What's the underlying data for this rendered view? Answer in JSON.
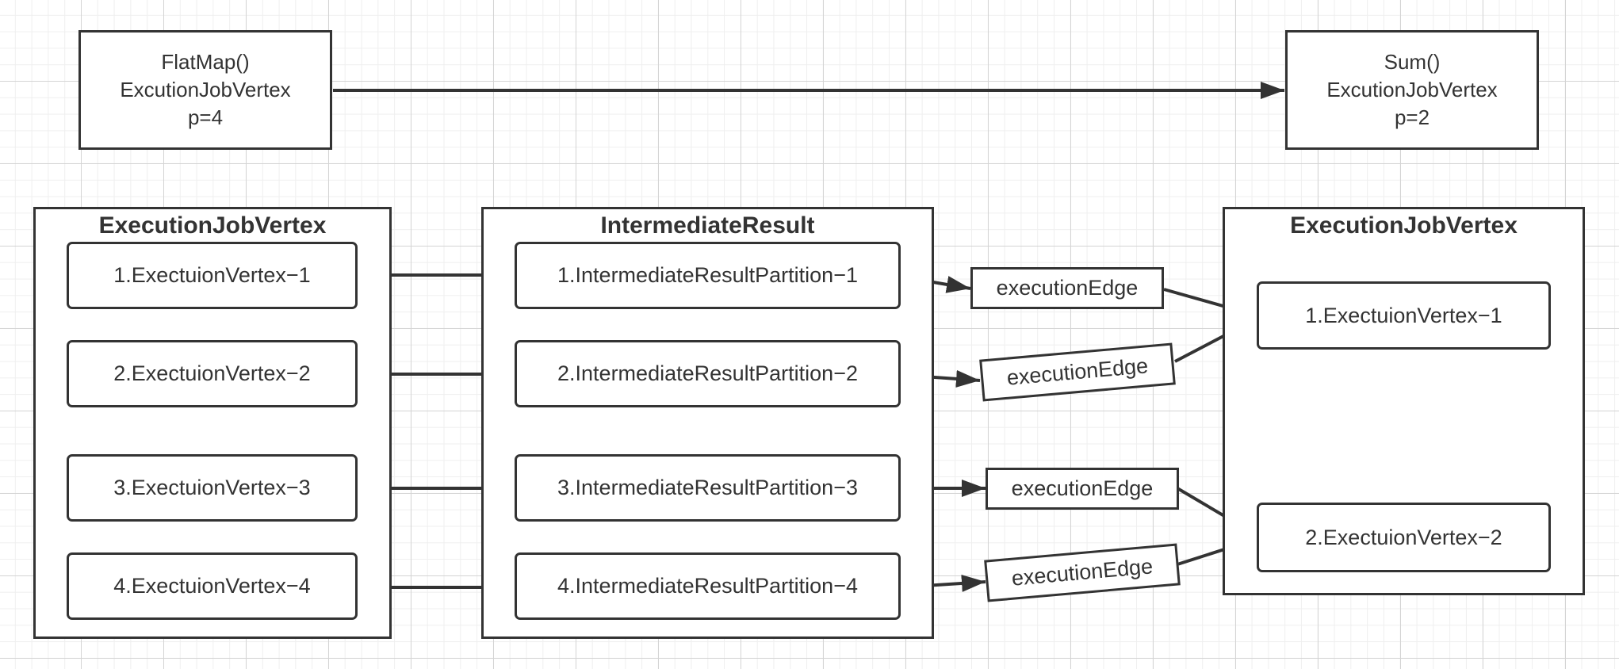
{
  "top": {
    "source": {
      "line1": "FlatMap()",
      "line2": "ExcutionJobVertex",
      "line3": "p=4"
    },
    "target": {
      "line1": "Sum()",
      "line2": "ExcutionJobVertex",
      "line3": "p=2"
    }
  },
  "left_group": {
    "title": "ExecutionJobVertex",
    "vertices": [
      "1.ExectuionVertex−1",
      "2.ExectuionVertex−2",
      "3.ExectuionVertex−3",
      "4.ExectuionVertex−4"
    ]
  },
  "middle_group": {
    "title": "IntermediateResult",
    "partitions": [
      "1.IntermediateResultPartition−1",
      "2.IntermediateResultPartition−2",
      "3.IntermediateResultPartition−3",
      "4.IntermediateResultPartition−4"
    ]
  },
  "edges": [
    "executionEdge",
    "executionEdge",
    "executionEdge",
    "executionEdge"
  ],
  "right_group": {
    "title": "ExecutionJobVertex",
    "vertices": [
      "1.ExectuionVertex−1",
      "2.ExectuionVertex−2"
    ]
  },
  "colors": {
    "stroke": "#333333",
    "grid_major": "#d4d4d4",
    "grid_minor": "#efefef",
    "background": "#ffffff"
  }
}
